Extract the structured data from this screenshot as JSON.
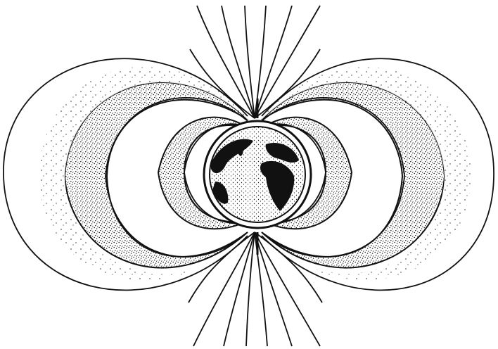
{
  "diagram": {
    "colors": {
      "ink": "#111111",
      "paper": "#ffffff",
      "belt_stipple": "#1a1a1a"
    },
    "elements": {
      "earth": "earth-globe",
      "inner_belt": "inner-radiation-belt",
      "outer_belt": "outer-radiation-belt",
      "field_lines": "magnetic-field-lines"
    }
  }
}
